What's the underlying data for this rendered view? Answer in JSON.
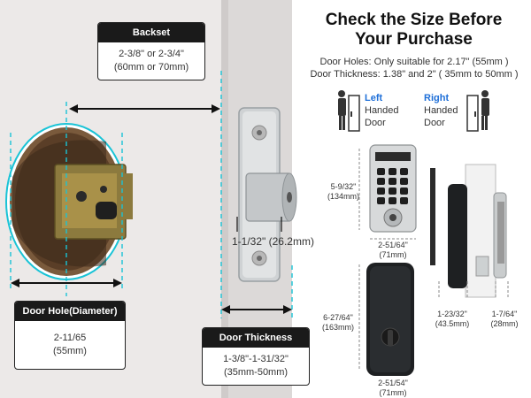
{
  "heading": {
    "line1": "Check the Size Before",
    "line2": "Your Purchase"
  },
  "specs": {
    "door_holes": "Door Holes: Only suitable for 2.17\" (55mm )",
    "door_thickness": "Door Thickness: 1.38\" and 2\" ( 35mm to 50mm )"
  },
  "handing": {
    "left_word": "Left",
    "left_rest_1": "Handed",
    "left_rest_2": "Door",
    "right_word": "Right",
    "right_rest_1": "Handed",
    "right_rest_2": "Door",
    "accent_color": "#1e6fd8"
  },
  "backset": {
    "title": "Backset",
    "line1": "2-3/8\" or 2-3/4\"",
    "line2": "(60mm or 70mm)"
  },
  "door_hole": {
    "title": "Door Hole(Diameter)",
    "line1": "2-11/65",
    "line2": "(55mm)"
  },
  "door_thickness_box": {
    "title": "Door Thickness",
    "line1": "1-3/8\"-1-31/32\"",
    "line2": "(35mm-50mm)"
  },
  "strike_dim": "1-1/32\" (26.2mm)",
  "keypad_dims": {
    "height_in": "5-9/32\"",
    "height_mm": "(134mm)",
    "width_in": "2-51/64\"",
    "width_mm": "(71mm)"
  },
  "back_dims": {
    "height_in": "6-27/64\"",
    "height_mm": "(163mm)",
    "width_in": "2-51/54\"",
    "width_mm": "(71mm)"
  },
  "side_dims": {
    "depth_in": "1-23/32\"",
    "depth_mm": "(43.5mm)",
    "front_in": "1-7/64\"",
    "front_mm": "(28mm)"
  },
  "colors": {
    "accent_cyan": "#19c3d6",
    "label_dark": "#1a1a1a"
  }
}
